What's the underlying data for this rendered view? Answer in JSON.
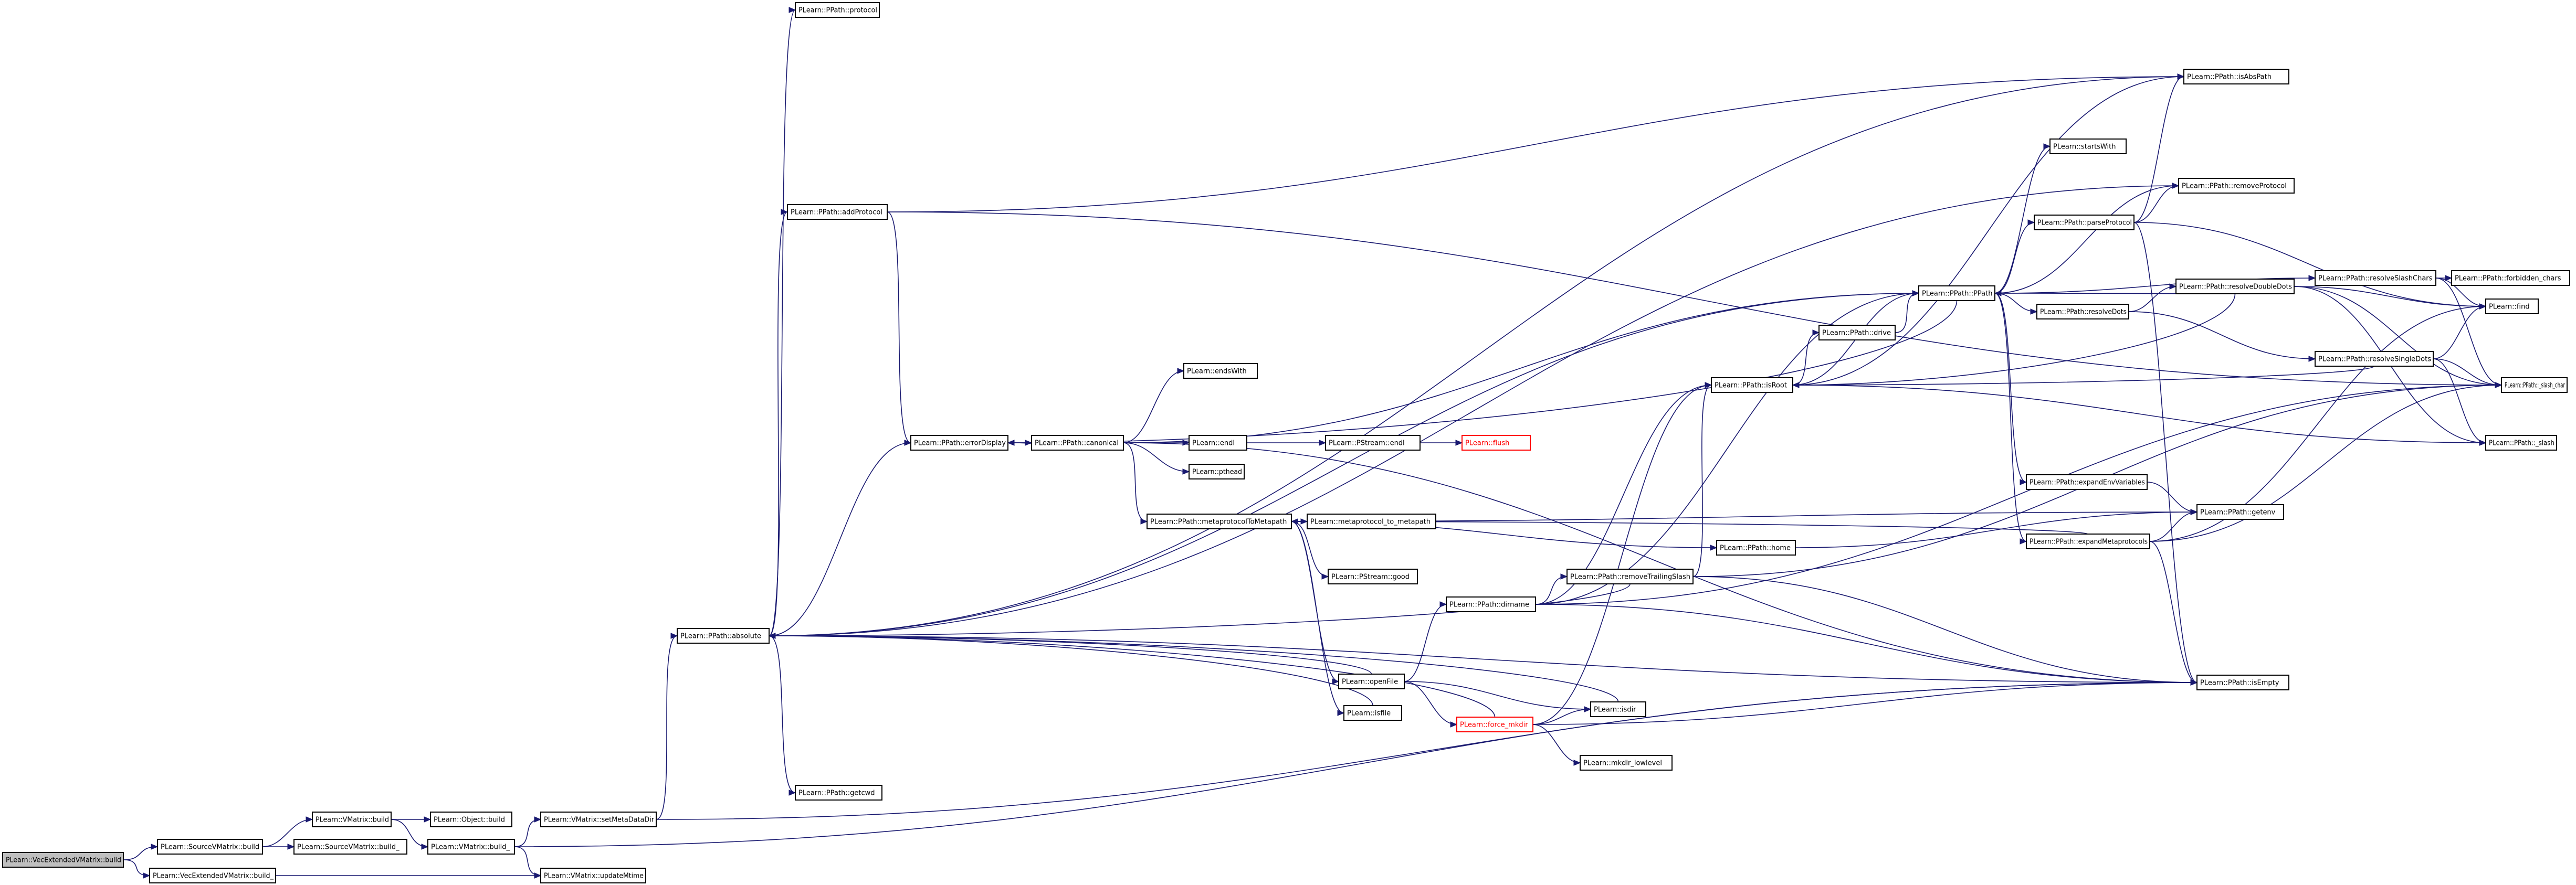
{
  "colors": {
    "edge": "#191970",
    "node_border": "#000000",
    "node_fill": "#ffffff",
    "root_fill": "#bfbfbf",
    "truncated": "#ff0000"
  },
  "nodes": [
    {
      "id": "root",
      "label": "PLearn::VecExtendedVMatrix::build",
      "style": "root"
    },
    {
      "id": "svm_build",
      "label": "PLearn::SourceVMatrix::build"
    },
    {
      "id": "vec_build_",
      "label": "PLearn::VecExtendedVMatrix::build_"
    },
    {
      "id": "vmat_build",
      "label": "PLearn::VMatrix::build"
    },
    {
      "id": "svm_build_",
      "label": "PLearn::SourceVMatrix::build_"
    },
    {
      "id": "obj_build",
      "label": "PLearn::Object::build"
    },
    {
      "id": "vmat_build_",
      "label": "PLearn::VMatrix::build_"
    },
    {
      "id": "setmeta",
      "label": "PLearn::VMatrix::setMetaDataDir"
    },
    {
      "id": "updatemtime",
      "label": "PLearn::VMatrix::updateMtime"
    },
    {
      "id": "absolute",
      "label": "PLearn::PPath::absolute"
    },
    {
      "id": "protocol",
      "label": "PLearn::PPath::protocol"
    },
    {
      "id": "addprotocol",
      "label": "PLearn::PPath::addProtocol"
    },
    {
      "id": "errordisplay",
      "label": "PLearn::PPath::errorDisplay"
    },
    {
      "id": "getcwd",
      "label": "PLearn::PPath::getcwd"
    },
    {
      "id": "canonical",
      "label": "PLearn::PPath::canonical"
    },
    {
      "id": "endswith",
      "label": "PLearn::endsWith"
    },
    {
      "id": "endl",
      "label": "PLearn::endl"
    },
    {
      "id": "pthead",
      "label": "PLearn::pthead"
    },
    {
      "id": "pstream_endl",
      "label": "PLearn::PStream::endl"
    },
    {
      "id": "flush",
      "label": "PLearn::flush",
      "style": "truncated"
    },
    {
      "id": "meta2meta",
      "label": "PLearn::PPath::metaprotocolToMetapath"
    },
    {
      "id": "meta_to_meta",
      "label": "PLearn::metaprotocol_to_metapath"
    },
    {
      "id": "pstream_good",
      "label": "PLearn::PStream::good"
    },
    {
      "id": "openfile",
      "label": "PLearn::openFile"
    },
    {
      "id": "isfile",
      "label": "PLearn::isfile"
    },
    {
      "id": "dirname",
      "label": "PLearn::PPath::dirname"
    },
    {
      "id": "force_mkdir",
      "label": "PLearn::force_mkdir",
      "style": "truncated"
    },
    {
      "id": "isdir",
      "label": "PLearn::isdir"
    },
    {
      "id": "mkdir_lowlevel",
      "label": "PLearn::mkdir_lowlevel"
    },
    {
      "id": "removetrailing",
      "label": "PLearn::PPath::removeTrailingSlash"
    },
    {
      "id": "home",
      "label": "PLearn::PPath::home"
    },
    {
      "id": "isroot",
      "label": "PLearn::PPath::isRoot"
    },
    {
      "id": "drive",
      "label": "PLearn::PPath::drive"
    },
    {
      "id": "ppath",
      "label": "PLearn::PPath::PPath"
    },
    {
      "id": "startswith",
      "label": "PLearn::startsWith"
    },
    {
      "id": "parseprotocol",
      "label": "PLearn::PPath::parseProtocol"
    },
    {
      "id": "resolvedots",
      "label": "PLearn::PPath::resolveDots"
    },
    {
      "id": "expandenv",
      "label": "PLearn::PPath::expandEnvVariables"
    },
    {
      "id": "expandmeta",
      "label": "PLearn::PPath::expandMetaprotocols"
    },
    {
      "id": "resolveslash",
      "label": "PLearn::PPath::resolveSlashChars"
    },
    {
      "id": "resolvedouble",
      "label": "PLearn::PPath::resolveDoubleDots"
    },
    {
      "id": "resolvesingle",
      "label": "PLearn::PPath::resolveSingleDots"
    },
    {
      "id": "isabspath",
      "label": "PLearn::PPath::isAbsPath"
    },
    {
      "id": "removeprotocol",
      "label": "PLearn::PPath::removeProtocol"
    },
    {
      "id": "forbidden",
      "label": "PLearn::PPath::forbidden_chars"
    },
    {
      "id": "find",
      "label": "PLearn::find"
    },
    {
      "id": "slash_char",
      "label": "PLearn::PPath::_slash_char"
    },
    {
      "id": "slash",
      "label": "PLearn::PPath::_slash"
    },
    {
      "id": "getenv",
      "label": "PLearn::PPath::getenv"
    },
    {
      "id": "isempty",
      "label": "PLearn::PPath::isEmpty"
    }
  ],
  "edges": [
    [
      "root",
      "svm_build"
    ],
    [
      "root",
      "vec_build_"
    ],
    [
      "svm_build",
      "vmat_build"
    ],
    [
      "svm_build",
      "svm_build_"
    ],
    [
      "vec_build_",
      "updatemtime"
    ],
    [
      "vmat_build",
      "obj_build"
    ],
    [
      "vmat_build",
      "vmat_build_"
    ],
    [
      "vmat_build_",
      "setmeta"
    ],
    [
      "vmat_build_",
      "updatemtime"
    ],
    [
      "vmat_build_",
      "isempty"
    ],
    [
      "setmeta",
      "absolute"
    ],
    [
      "setmeta",
      "isempty"
    ],
    [
      "absolute",
      "protocol"
    ],
    [
      "absolute",
      "addprotocol"
    ],
    [
      "absolute",
      "errordisplay"
    ],
    [
      "absolute",
      "getcwd"
    ],
    [
      "absolute",
      "isabspath"
    ],
    [
      "absolute",
      "removeprotocol"
    ],
    [
      "absolute",
      "ppath"
    ],
    [
      "absolute",
      "isempty"
    ],
    [
      "addprotocol",
      "errordisplay"
    ],
    [
      "addprotocol",
      "isabspath"
    ],
    [
      "addprotocol",
      "slash_char"
    ],
    [
      "errordisplay",
      "canonical"
    ],
    [
      "canonical",
      "endswith"
    ],
    [
      "canonical",
      "endl"
    ],
    [
      "canonical",
      "pthead"
    ],
    [
      "canonical",
      "meta2meta"
    ],
    [
      "canonical",
      "errordisplay"
    ],
    [
      "canonical",
      "ppath"
    ],
    [
      "canonical",
      "isempty"
    ],
    [
      "endl",
      "pstream_endl"
    ],
    [
      "pstream_endl",
      "flush"
    ],
    [
      "meta2meta",
      "meta_to_meta"
    ],
    [
      "meta2meta",
      "pstream_good"
    ],
    [
      "meta2meta",
      "openfile"
    ],
    [
      "meta2meta",
      "isfile"
    ],
    [
      "meta2meta",
      "home"
    ],
    [
      "meta2meta",
      "getenv"
    ],
    [
      "openfile",
      "absolute"
    ],
    [
      "openfile",
      "dirname"
    ],
    [
      "openfile",
      "force_mkdir"
    ],
    [
      "openfile",
      "isdir"
    ],
    [
      "isfile",
      "absolute"
    ],
    [
      "isdir",
      "absolute"
    ],
    [
      "force_mkdir",
      "absolute"
    ],
    [
      "force_mkdir",
      "isdir"
    ],
    [
      "force_mkdir",
      "mkdir_lowlevel"
    ],
    [
      "force_mkdir",
      "isroot"
    ],
    [
      "force_mkdir",
      "isempty"
    ],
    [
      "dirname",
      "removetrailing"
    ],
    [
      "dirname",
      "isroot"
    ],
    [
      "dirname",
      "ppath"
    ],
    [
      "dirname",
      "slash_char"
    ],
    [
      "dirname",
      "isempty"
    ],
    [
      "removetrailing",
      "absolute"
    ],
    [
      "removetrailing",
      "isroot"
    ],
    [
      "removetrailing",
      "slash_char"
    ],
    [
      "removetrailing",
      "isempty"
    ],
    [
      "home",
      "getenv"
    ],
    [
      "isroot",
      "drive"
    ],
    [
      "isroot",
      "ppath"
    ],
    [
      "isroot",
      "isabspath"
    ],
    [
      "isroot",
      "slash"
    ],
    [
      "drive",
      "ppath"
    ],
    [
      "ppath",
      "startswith"
    ],
    [
      "ppath",
      "parseprotocol"
    ],
    [
      "ppath",
      "resolvedots"
    ],
    [
      "ppath",
      "expandenv"
    ],
    [
      "ppath",
      "expandmeta"
    ],
    [
      "ppath",
      "resolveslash"
    ],
    [
      "ppath",
      "removeprotocol"
    ],
    [
      "ppath",
      "errordisplay"
    ],
    [
      "parseprotocol",
      "isabspath"
    ],
    [
      "parseprotocol",
      "removeprotocol"
    ],
    [
      "parseprotocol",
      "find"
    ],
    [
      "parseprotocol",
      "isempty"
    ],
    [
      "resolvedots",
      "resolvedouble"
    ],
    [
      "resolvedots",
      "resolvesingle"
    ],
    [
      "resolvedouble",
      "find"
    ],
    [
      "resolvedouble",
      "slash_char"
    ],
    [
      "resolvedouble",
      "slash"
    ],
    [
      "resolvedouble",
      "isroot"
    ],
    [
      "resolvedouble",
      "ppath"
    ],
    [
      "resolvesingle",
      "find"
    ],
    [
      "resolvesingle",
      "slash_char"
    ],
    [
      "resolvesingle",
      "slash"
    ],
    [
      "resolvesingle",
      "isroot"
    ],
    [
      "resolveslash",
      "forbidden"
    ],
    [
      "resolveslash",
      "find"
    ],
    [
      "resolveslash",
      "slash_char"
    ],
    [
      "expandenv",
      "getenv"
    ],
    [
      "expandmeta",
      "meta2meta"
    ],
    [
      "expandmeta",
      "getenv"
    ],
    [
      "expandmeta",
      "isempty"
    ],
    [
      "expandmeta",
      "find"
    ],
    [
      "expandmeta",
      "slash_char"
    ]
  ]
}
